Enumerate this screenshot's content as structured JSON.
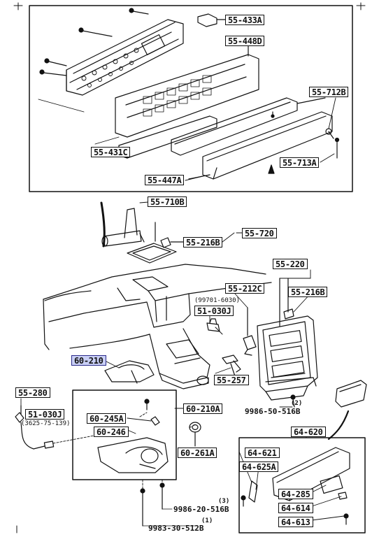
{
  "callouts": {
    "c55_433A": "55-433A",
    "c55_448D": "55-448D",
    "c55_712B": "55-712B",
    "c55_431C": "55-431C",
    "c55_713A": "55-713A",
    "c55_447A": "55-447A",
    "c55_710B": "55-710B",
    "c55_720": "55-720",
    "c55_216B_a": "55-216B",
    "c55_220": "55-220",
    "c55_212C": "55-212C",
    "c55_216B_b": "55-216B",
    "c51_030J_a": "51-030J",
    "c60_210": "60-210",
    "c55_257": "55-257",
    "c55_280": "55-280",
    "c51_030J_b": "51-030J",
    "c60_210A": "60-210A",
    "c60_245A": "60-245A",
    "c60_246": "60-246",
    "c60_261A": "60-261A",
    "c64_620": "64-620",
    "c64_621": "64-621",
    "c64_625A": "64-625A",
    "c64_285": "64-285",
    "c64_614": "64-614",
    "c64_613": "64-613"
  },
  "notes": {
    "n_99701": "(99701-6030)",
    "n_3625": "(3625-75-139)",
    "n_bolt_a_qty": "(2)",
    "n_bolt_a": "9986-50-516B",
    "n_bolt_b_qty": "(3)",
    "n_bolt_b": "9986-20-516B",
    "n_bolt_c_qty": "(1)",
    "n_bolt_c": "9983-30-512B"
  },
  "highlight_color": "#c9cff5"
}
